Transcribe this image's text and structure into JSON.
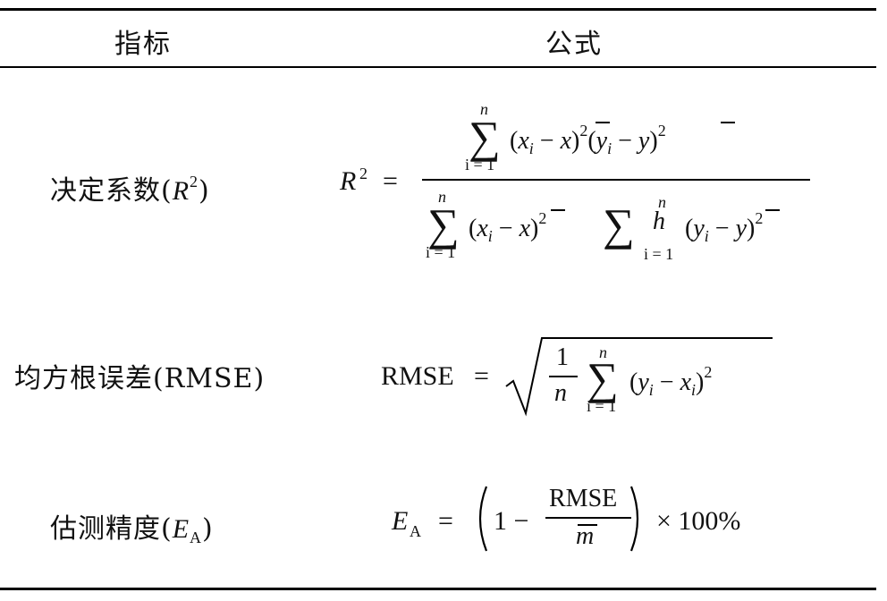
{
  "table": {
    "header": {
      "col1": "指标",
      "col2": "公式"
    },
    "rows": [
      {
        "name_text": "决定系数(",
        "name_symbol": "R",
        "name_sup": "2",
        "name_close": ")"
      },
      {
        "name_text": "均方根误差(RMSE)"
      },
      {
        "name_text": "估测精度(",
        "name_symbol": "E",
        "name_sub": "A",
        "name_close": ")"
      }
    ]
  },
  "formulas": {
    "r2": {
      "lhs": "R",
      "lhs_sup": "2",
      "equals": "=",
      "sum_upper": "n",
      "sum_lower": "i = 1",
      "numerator_terms": "(x i − x)2(y i − y)2",
      "den_left": "(x i − x)2",
      "den_extra": "h",
      "den_right": "(y i − y)2"
    },
    "rmse": {
      "lhs": "RMSE",
      "equals": "=",
      "frac_num": "1",
      "frac_den": "n",
      "sum_upper": "n",
      "sum_lower": "i = 1",
      "term": "(y i − x i)2"
    },
    "ea": {
      "lhs": "E",
      "lhs_sub": "A",
      "equals": "=",
      "one_minus": "1 −",
      "frac_num": "RMSE",
      "frac_den": "m",
      "tail": "× 100%"
    }
  }
}
